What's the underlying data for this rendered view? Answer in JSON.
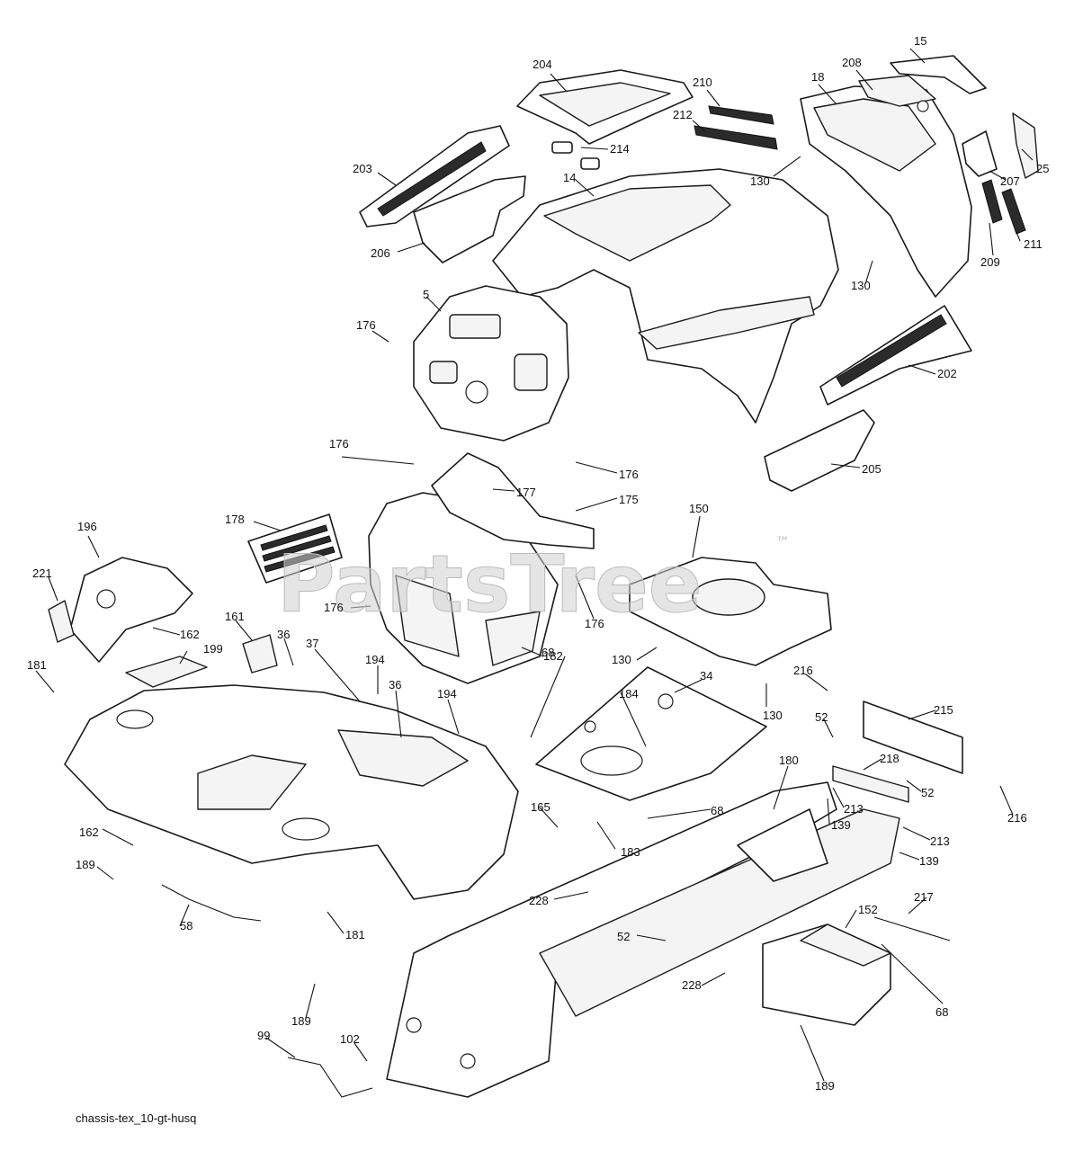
{
  "diagram": {
    "caption": "chassis-tex_10-gt-husq",
    "watermark": "PartsTree",
    "watermark_tm": "™",
    "callouts": [
      {
        "id": "c-15",
        "text": "15"
      },
      {
        "id": "c-204",
        "text": "204"
      },
      {
        "id": "c-208",
        "text": "208"
      },
      {
        "id": "c-210",
        "text": "210"
      },
      {
        "id": "c-18",
        "text": "18"
      },
      {
        "id": "c-212",
        "text": "212"
      },
      {
        "id": "c-214",
        "text": "214"
      },
      {
        "id": "c-25",
        "text": "25"
      },
      {
        "id": "c-203",
        "text": "203"
      },
      {
        "id": "c-130a",
        "text": "130"
      },
      {
        "id": "c-207",
        "text": "207"
      },
      {
        "id": "c-14",
        "text": "14"
      },
      {
        "id": "c-206",
        "text": "206"
      },
      {
        "id": "c-209",
        "text": "209"
      },
      {
        "id": "c-211",
        "text": "211"
      },
      {
        "id": "c-130b",
        "text": "130"
      },
      {
        "id": "c-5",
        "text": "5"
      },
      {
        "id": "c-176a",
        "text": "176"
      },
      {
        "id": "c-202",
        "text": "202"
      },
      {
        "id": "c-176b",
        "text": "176"
      },
      {
        "id": "c-176c",
        "text": "176"
      },
      {
        "id": "c-205",
        "text": "205"
      },
      {
        "id": "c-177",
        "text": "177"
      },
      {
        "id": "c-175",
        "text": "175"
      },
      {
        "id": "c-178",
        "text": "178"
      },
      {
        "id": "c-150",
        "text": "150"
      },
      {
        "id": "c-196",
        "text": "196"
      },
      {
        "id": "c-221",
        "text": "221"
      },
      {
        "id": "c-176d",
        "text": "176"
      },
      {
        "id": "c-176e",
        "text": "176"
      },
      {
        "id": "c-162a",
        "text": "162"
      },
      {
        "id": "c-161",
        "text": "161"
      },
      {
        "id": "c-36a",
        "text": "36"
      },
      {
        "id": "c-199",
        "text": "199"
      },
      {
        "id": "c-182",
        "text": "182"
      },
      {
        "id": "c-130c",
        "text": "130"
      },
      {
        "id": "c-181a",
        "text": "181"
      },
      {
        "id": "c-37",
        "text": "37"
      },
      {
        "id": "c-194a",
        "text": "194"
      },
      {
        "id": "c-36b",
        "text": "36"
      },
      {
        "id": "c-68a",
        "text": "68"
      },
      {
        "id": "c-34",
        "text": "34"
      },
      {
        "id": "c-194b",
        "text": "194"
      },
      {
        "id": "c-184",
        "text": "184"
      },
      {
        "id": "c-130d",
        "text": "130"
      },
      {
        "id": "c-216a",
        "text": "216"
      },
      {
        "id": "c-215",
        "text": "215"
      },
      {
        "id": "c-52a",
        "text": "52"
      },
      {
        "id": "c-218",
        "text": "218"
      },
      {
        "id": "c-180",
        "text": "180"
      },
      {
        "id": "c-52b",
        "text": "52"
      },
      {
        "id": "c-213a",
        "text": "213"
      },
      {
        "id": "c-216b",
        "text": "216"
      },
      {
        "id": "c-68b",
        "text": "68"
      },
      {
        "id": "c-165",
        "text": "165"
      },
      {
        "id": "c-139a",
        "text": "139"
      },
      {
        "id": "c-162b",
        "text": "162"
      },
      {
        "id": "c-183",
        "text": "183"
      },
      {
        "id": "c-213b",
        "text": "213"
      },
      {
        "id": "c-139b",
        "text": "139"
      },
      {
        "id": "c-189a",
        "text": "189"
      },
      {
        "id": "c-228a",
        "text": "228"
      },
      {
        "id": "c-217",
        "text": "217"
      },
      {
        "id": "c-152",
        "text": "152"
      },
      {
        "id": "c-181b",
        "text": "181"
      },
      {
        "id": "c-58",
        "text": "58"
      },
      {
        "id": "c-52c",
        "text": "52"
      },
      {
        "id": "c-228b",
        "text": "228"
      },
      {
        "id": "c-68c",
        "text": "68"
      },
      {
        "id": "c-189b",
        "text": "189"
      },
      {
        "id": "c-99",
        "text": "99"
      },
      {
        "id": "c-102",
        "text": "102"
      },
      {
        "id": "c-189c",
        "text": "189"
      }
    ]
  }
}
